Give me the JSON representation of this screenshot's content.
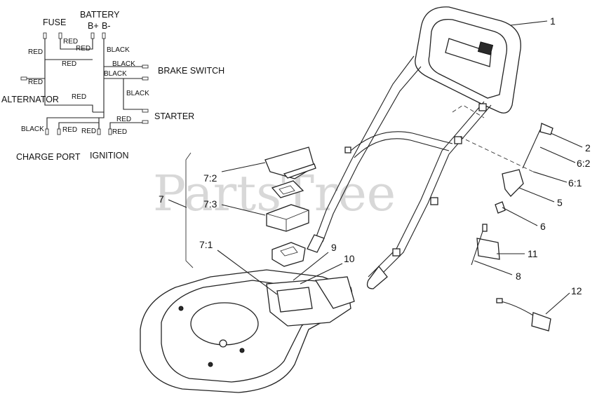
{
  "watermark": "PartsTree",
  "schematic": {
    "components": {
      "fuse": "FUSE",
      "battery": "BATTERY",
      "battery_pos": "B+",
      "battery_neg": "B-",
      "brake_switch": "BRAKE SWITCH",
      "alternator": "ALTERNATOR",
      "starter": "STARTER",
      "charge_port": "CHARGE PORT",
      "ignition": "IGNITION"
    },
    "wires": {
      "red": "RED",
      "black": "BLACK"
    }
  },
  "callouts": {
    "c1": "1",
    "c2": "2",
    "c6_2": "6:2",
    "c6_1": "6:1",
    "c5": "5",
    "c6": "6",
    "c11": "11",
    "c8": "8",
    "c12": "12",
    "c7": "7",
    "c7_2": "7:2",
    "c7_3": "7:3",
    "c7_1": "7:1",
    "c9": "9",
    "c10": "10"
  }
}
